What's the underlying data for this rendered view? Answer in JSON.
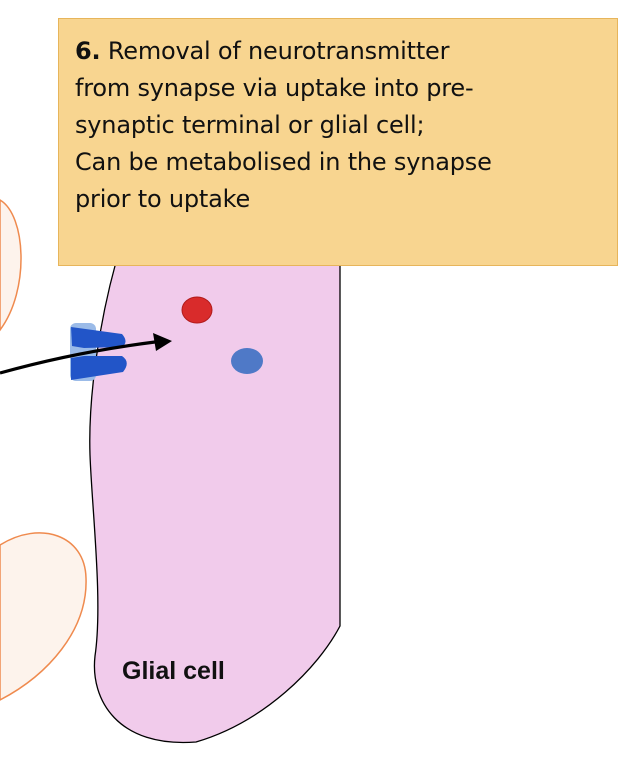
{
  "caption": {
    "step_number": "6.",
    "line1_rest": " Removal of neurotransmitter",
    "line2": "from synapse via uptake into pre-",
    "line3": "synaptic terminal or glial cell;",
    "line4": "Can be metabolised in the synapse",
    "line5": "prior to uptake"
  },
  "labels": {
    "glial_cell": "Glial cell"
  },
  "colors": {
    "caption_bg": "#f8d590",
    "caption_border": "#e7b55b",
    "glial_cell_fill": "#f1cbeb",
    "neuron_fill": "#fdf3ec",
    "neuron_outline": "#ef8a4e",
    "transporter_dark": "#2255c8",
    "transporter_light": "#9bbbe8",
    "red_molecule": "#d92b2b",
    "blue_molecule": "#4f79c7",
    "arrow": "#000000"
  }
}
